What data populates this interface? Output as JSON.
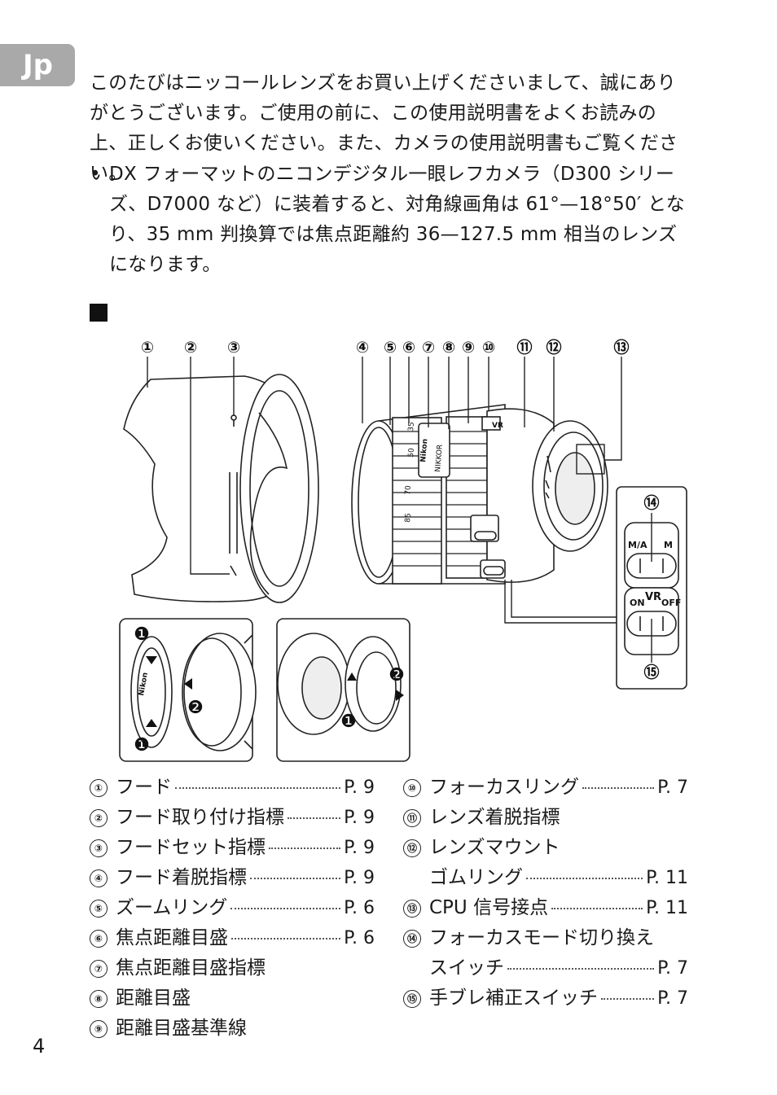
{
  "lang_tab": "Jp",
  "intro": "このたびはニッコールレンズをお買い上げくださいまして、誠にありがとうございます。ご使用の前に、この使用説明書をよくお読みの上、正しくお使いください。また、カメラの使用説明書もご覧ください。",
  "bullet": {
    "mark": "•",
    "text": "DX フォーマットのニコンデジタル一眼レフカメラ（D300 シリーズ、D7000 など）に装着すると、対角線画角は 61°—18°50′ となり、35 mm 判換算では焦点距離約 36—127.5 mm 相当のレンズになります。"
  },
  "figure": {
    "callouts": [
      "①",
      "②",
      "③",
      "④",
      "⑤",
      "⑥",
      "⑦",
      "⑧",
      "⑨",
      "⑩",
      "⑪",
      "⑫",
      "⑬",
      "⑭",
      "⑮"
    ],
    "switch_focus": {
      "left": "M/A",
      "right": "M"
    },
    "switch_vr": {
      "title": "VR",
      "left": "ON",
      "right": "OFF"
    },
    "cap_steps": [
      "❶",
      "❷"
    ],
    "brand": "Nikon",
    "lens_label": "NIKKOR",
    "vr_badge": "VR",
    "scale_marks": [
      "35",
      "50",
      "70",
      "85"
    ]
  },
  "parts_left": [
    {
      "num": "①",
      "label": "フード",
      "page": "P. 9"
    },
    {
      "num": "②",
      "label": "フード取り付け指標",
      "page": "P. 9"
    },
    {
      "num": "③",
      "label": "フードセット指標",
      "page": "P. 9"
    },
    {
      "num": "④",
      "label": "フード着脱指標",
      "page": "P. 9"
    },
    {
      "num": "⑤",
      "label": "ズームリング",
      "page": "P. 6"
    },
    {
      "num": "⑥",
      "label": "焦点距離目盛",
      "page": "P. 6"
    },
    {
      "num": "⑦",
      "label": "焦点距離目盛指標",
      "page": ""
    },
    {
      "num": "⑧",
      "label": "距離目盛",
      "page": ""
    },
    {
      "num": "⑨",
      "label": "距離目盛基準線",
      "page": ""
    }
  ],
  "parts_right": [
    {
      "num": "⑩",
      "label": "フォーカスリング",
      "page": "P. 7"
    },
    {
      "num": "⑪",
      "label": "レンズ着脱指標",
      "page": ""
    },
    {
      "num": "⑫",
      "label": "レンズマウント",
      "label2": "ゴムリング",
      "page": "P. 11"
    },
    {
      "num": "⑬",
      "label": "CPU 信号接点",
      "page": "P. 11"
    },
    {
      "num": "⑭",
      "label": "フォーカスモード切り換え",
      "label2": "スイッチ",
      "page": "P. 7"
    },
    {
      "num": "⑮",
      "label": "手ブレ補正スイッチ",
      "page": "P. 7"
    }
  ],
  "page_number": "4"
}
